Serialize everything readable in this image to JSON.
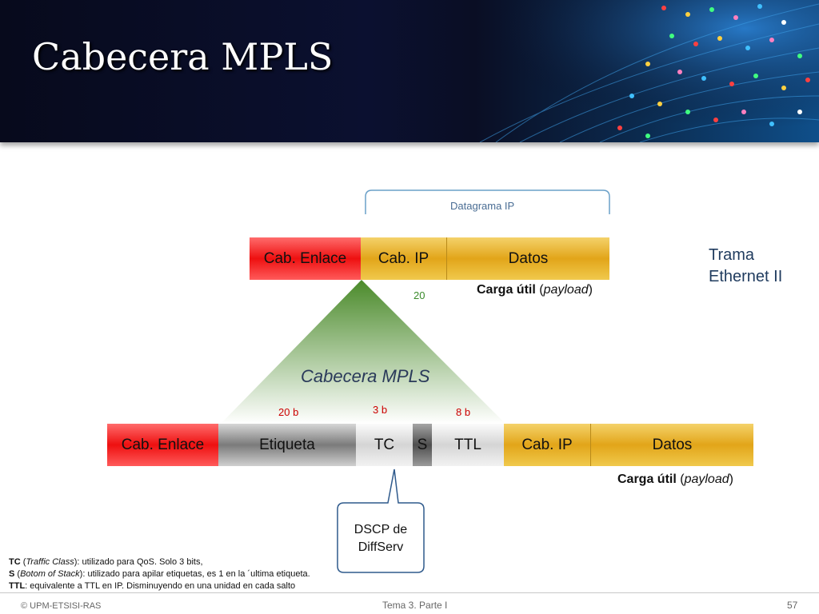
{
  "slide": {
    "title": "Cabecera MPLS",
    "footer_left": "© UPM-ETSISI-RAS",
    "footer_center": "Tema 3. Parte I",
    "page_number": "57"
  },
  "top_frame": {
    "bracket_label": "Datagrama IP",
    "segments": [
      "Cab. Enlace",
      "Cab. IP",
      "Datos"
    ],
    "ip_header_size": "20",
    "payload_bold": "Carga útil",
    "payload_italic": "payload",
    "frame_label_line1": "Trama",
    "frame_label_line2": "Ethernet II"
  },
  "mpls": {
    "label": "Cabecera MPLS",
    "size_etiqueta": "20 b",
    "size_tc": "3 b",
    "size_ttl": "8 b"
  },
  "bottom_frame": {
    "segments": [
      "Cab. Enlace",
      "Etiqueta",
      "TC",
      "S",
      "TTL",
      "Cab. IP",
      "Datos"
    ],
    "payload_bold": "Carga útil",
    "payload_italic": "payload"
  },
  "callout": {
    "line1": "DSCP de",
    "line2": "DiffServ"
  },
  "notes": [
    {
      "term": "TC",
      "italic": "Traffic Class",
      "rest": "): utilizado para QoS. Solo 3 bits,"
    },
    {
      "term": "S",
      "italic": "Botom of Stack",
      "rest": "): utilizado para apilar etiquetas, es 1 en la ´ultima etiqueta."
    },
    {
      "term": "TTL",
      "italic": "",
      "rest": ": equivalente a TTL en IP. Disminuyendo en una unidad en cada salto"
    }
  ],
  "colors": {
    "link_header": "#ee1010",
    "ip_data": "#e2a519",
    "mpls_fields": "#7b7b7b",
    "triangle": "#4a8a2a",
    "bracket": "#6aa0c8",
    "size_red": "#cc0000",
    "size_green": "#3a8a2a"
  }
}
